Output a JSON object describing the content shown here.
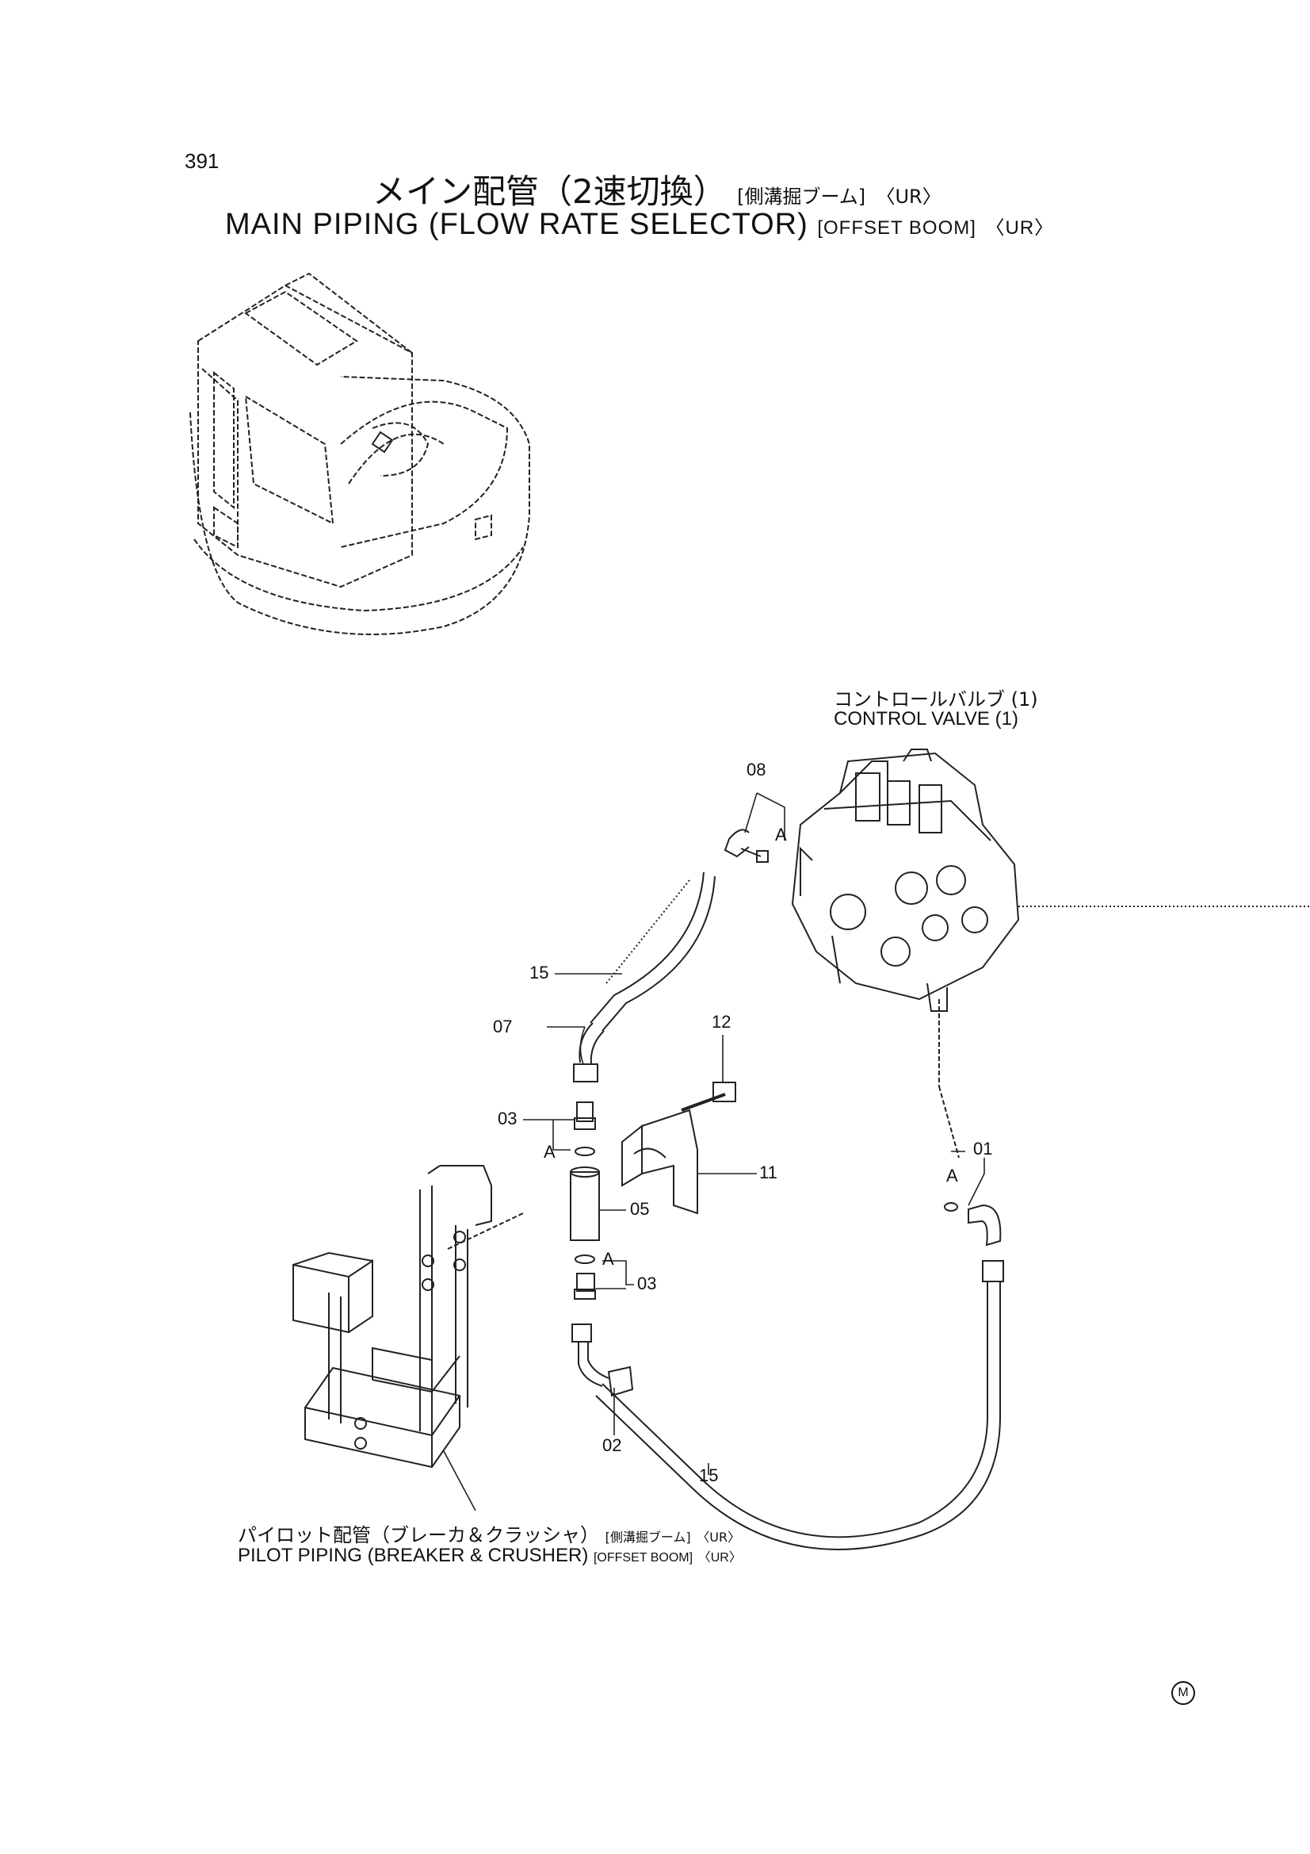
{
  "page_number": "391",
  "title": {
    "ja_main": "メイン配管（2速切換）",
    "ja_sub": "[側溝掘ブーム]",
    "ja_ur": "〈UR〉",
    "en_main": "MAIN PIPING (FLOW RATE SELECTOR)",
    "en_sub": "[OFFSET BOOM]",
    "en_ur": "〈UR〉"
  },
  "control_valve": {
    "ja": "コントロールバルブ (1)",
    "en": "CONTROL VALVE (1)"
  },
  "parts": {
    "p08": "08",
    "a_top": "A",
    "p15_top": "15",
    "p07": "07",
    "p12": "12",
    "p03_top": "03",
    "a_left": "A",
    "p11": "11",
    "p05": "05",
    "a_mid": "A",
    "p03_bottom": "03",
    "p01": "01",
    "a_right": "A",
    "p02": "02",
    "p15_bottom": "15"
  },
  "pilot_piping": {
    "ja_main": "パイロット配管（ブレーカ＆クラッシャ）",
    "ja_sub": "[側溝掘ブーム]",
    "ja_ur": "〈UR〉",
    "en_main": "PILOT PIPING (BREAKER & CRUSHER)",
    "en_sub": "[OFFSET BOOM]",
    "en_ur": "〈UR〉"
  },
  "corner_mark": "M"
}
